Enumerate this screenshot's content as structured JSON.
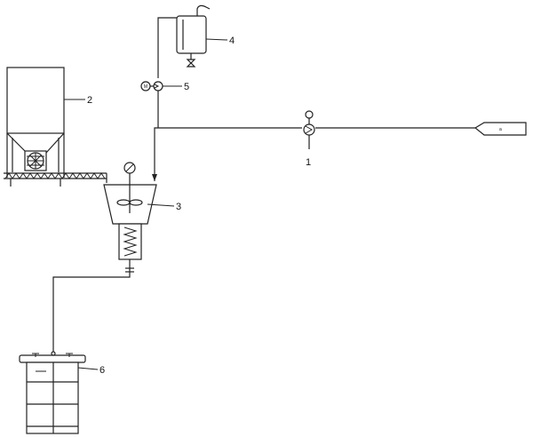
{
  "labels": {
    "valve": "1",
    "silo": "2",
    "mixer": "3",
    "tank": "4",
    "pump": "5",
    "barrel": "6"
  },
  "motor_symbol": "M",
  "inlet_symbol": "a"
}
